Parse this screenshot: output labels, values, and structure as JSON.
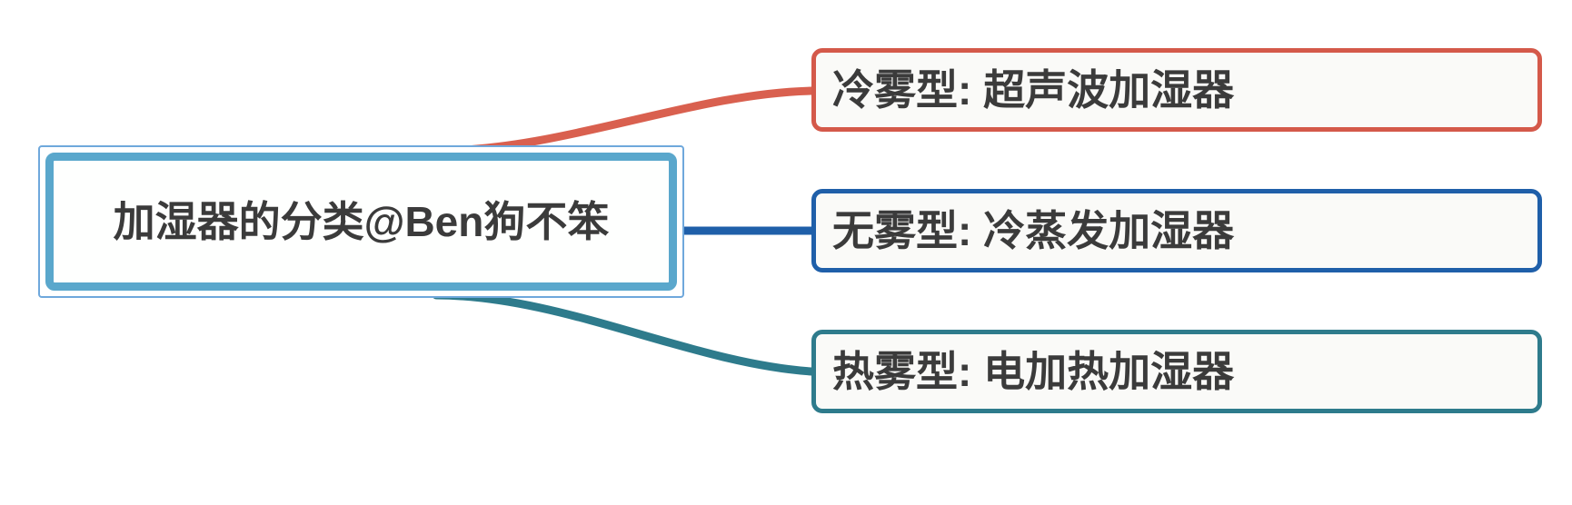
{
  "diagram": {
    "type": "mind-map",
    "title": "加湿器的分类@Ben狗不笨",
    "background_color": "#ffffff",
    "root": {
      "label": "加湿器的分类@Ben狗不笨",
      "outer_border_color": "#6FA8DC",
      "inner_border_color": "#5AA7CC",
      "fill_color": "#FEFFFE",
      "text_color": "#3B3B3B"
    },
    "branches": [
      {
        "label": "冷雾型: 超声波加湿器",
        "border_color": "#D4594A",
        "edge_color": "#D9604F",
        "fill_color": "#FAFAF8",
        "text_color": "#3B3B3B",
        "edge_style": "curved"
      },
      {
        "label": "无雾型: 冷蒸发加湿器",
        "border_color": "#1F5FA9",
        "edge_color": "#1F5FA9",
        "fill_color": "#FAFAF8",
        "text_color": "#3B3B3B",
        "edge_style": "straight"
      },
      {
        "label": "热雾型: 电加热加湿器",
        "border_color": "#2E7B8C",
        "edge_color": "#2E7B8C",
        "fill_color": "#FAFAF8",
        "text_color": "#3B3B3B",
        "edge_style": "curved"
      }
    ]
  }
}
